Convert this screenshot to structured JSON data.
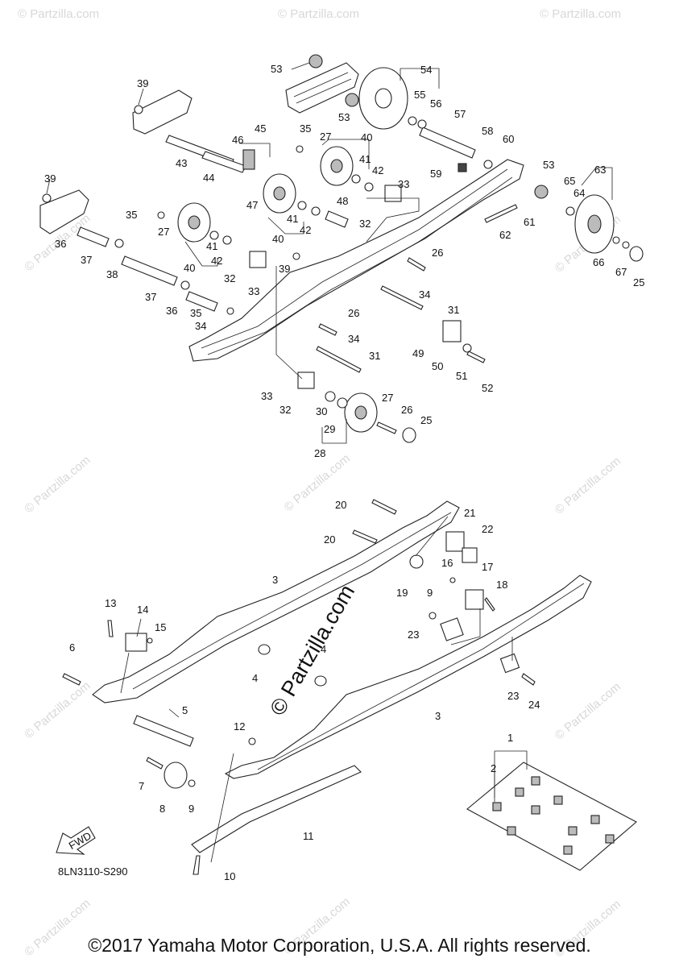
{
  "watermark": "© Partzilla.com",
  "center_watermark": "© Partzilla.com",
  "diagram_code": "8LN3110-S290",
  "copyright": "©2017 Yamaha Motor Corporation, U.S.A. All rights reserved.",
  "fwd_label": "FWD",
  "callouts": [
    "1",
    "2",
    "3",
    "4",
    "5",
    "6",
    "7",
    "8",
    "9",
    "10",
    "11",
    "12",
    "13",
    "14",
    "15",
    "16",
    "17",
    "18",
    "19",
    "20",
    "21",
    "22",
    "23",
    "24",
    "25",
    "26",
    "27",
    "28",
    "29",
    "30",
    "31",
    "32",
    "33",
    "34",
    "35",
    "36",
    "37",
    "38",
    "39",
    "40",
    "41",
    "42",
    "43",
    "44",
    "45",
    "46",
    "47",
    "48",
    "49",
    "50",
    "51",
    "52",
    "53",
    "54",
    "55",
    "56",
    "57",
    "58",
    "59",
    "60",
    "61",
    "62",
    "63",
    "64",
    "65",
    "66",
    "67"
  ]
}
